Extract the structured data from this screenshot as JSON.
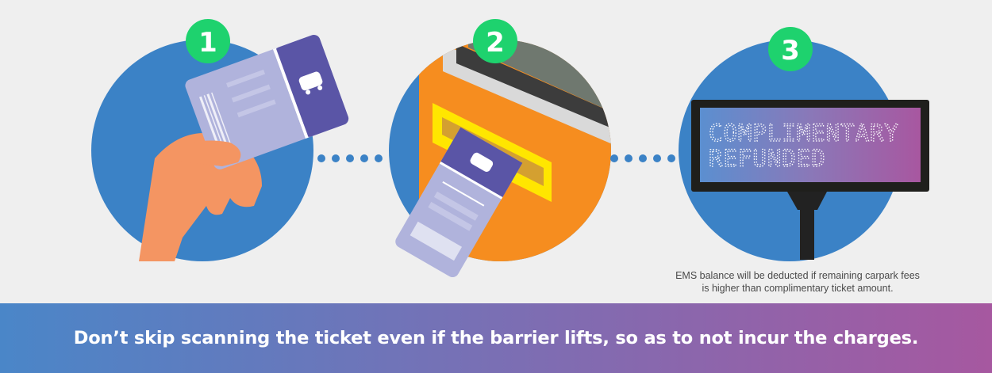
{
  "steps": [
    {
      "number": "1"
    },
    {
      "number": "2"
    },
    {
      "number": "3"
    }
  ],
  "display": {
    "line1": "COMPLIMENTARY",
    "line2": "REFUNDED"
  },
  "note": {
    "line1": "EMS balance will be deducted if remaining carpark fees",
    "line2": "is higher than complimentary ticket amount."
  },
  "banner": {
    "text": "Don’t skip scanning the ticket even if the barrier lifts, so as to not incur the charges."
  },
  "colors": {
    "circle": "#3b82c6",
    "badge": "#1ed26e",
    "ticket_top": "#5a55a6",
    "ticket_body": "#b0b3dc",
    "machine": "#f68d1f",
    "slot": "#ffe600"
  }
}
